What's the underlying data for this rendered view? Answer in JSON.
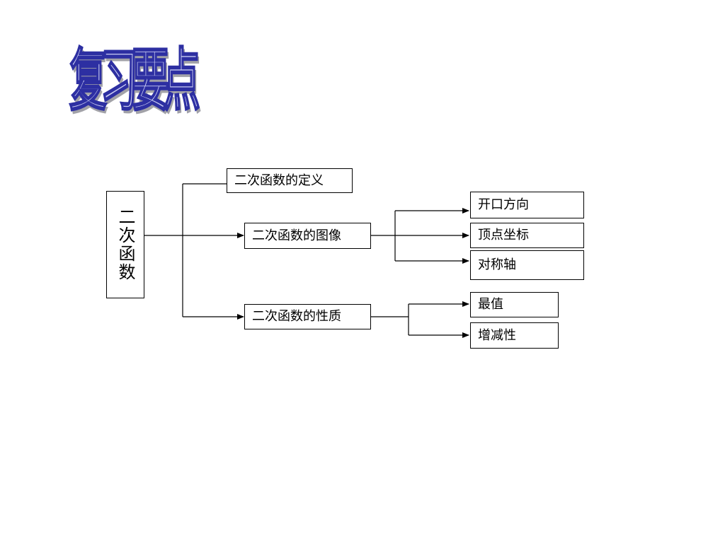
{
  "title": "复习要点",
  "diagram": {
    "root": "二次函数",
    "branches": {
      "definition": "二次函数的定义",
      "graph": "二次函数的图像",
      "properties": "二次函数的性质"
    },
    "graph_items": [
      "开口方向",
      "顶点坐标",
      "对称轴"
    ],
    "property_items": [
      "最值",
      "增减性"
    ]
  }
}
